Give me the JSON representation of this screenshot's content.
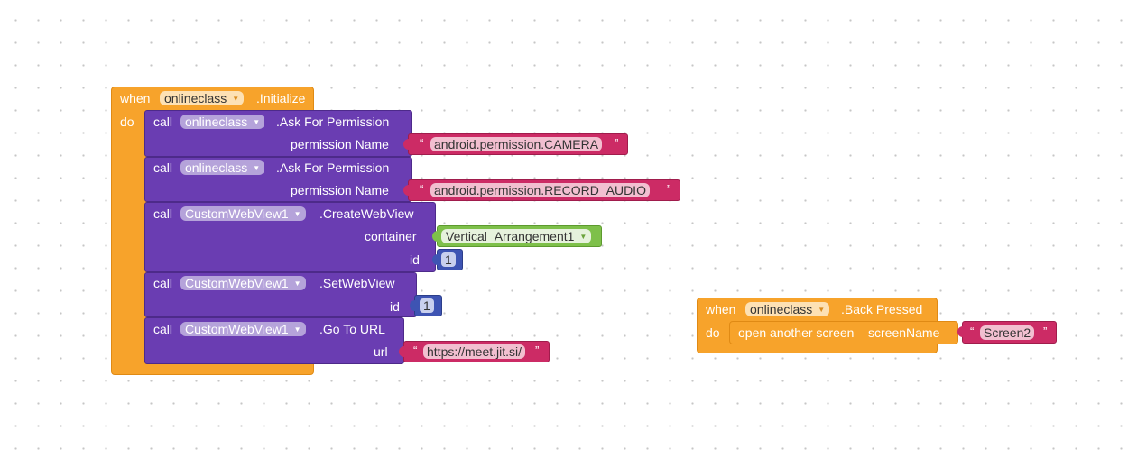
{
  "workspace": {
    "initialize_block": {
      "when": "when",
      "component": "onlineclass",
      "event": ".Initialize",
      "do": "do",
      "statements": [
        {
          "call": "call",
          "component": "onlineclass",
          "method": ".Ask For Permission",
          "param": "permission Name",
          "value": "android.permission.CAMERA"
        },
        {
          "call": "call",
          "component": "onlineclass",
          "method": ".Ask For Permission",
          "param": "permission Name",
          "value": "android.permission.RECORD_AUDIO"
        },
        {
          "call": "call",
          "component": "CustomWebView1",
          "method": ".CreateWebView",
          "param_container": "container",
          "container_value": "Vertical_Arrangement1",
          "param_id": "id",
          "id_value": "1"
        },
        {
          "call": "call",
          "component": "CustomWebView1",
          "method": ".SetWebView",
          "param_id": "id",
          "id_value": "1"
        },
        {
          "call": "call",
          "component": "CustomWebView1",
          "method": ".Go To URL",
          "param": "url",
          "value": "https://meet.jit.si/"
        }
      ]
    },
    "back_pressed_block": {
      "when": "when",
      "component": "onlineclass",
      "event": ".Back Pressed",
      "do": "do",
      "statement": {
        "label": "open another screen",
        "param": "screenName",
        "value": "Screen2"
      }
    },
    "quote_open": "“",
    "quote_close": "”",
    "colors": {
      "event": "#f7a32b",
      "component_method": "#6a3db2",
      "text": "#cc2b65",
      "component_getter": "#7ec04a",
      "math": "#3e54b3"
    }
  }
}
